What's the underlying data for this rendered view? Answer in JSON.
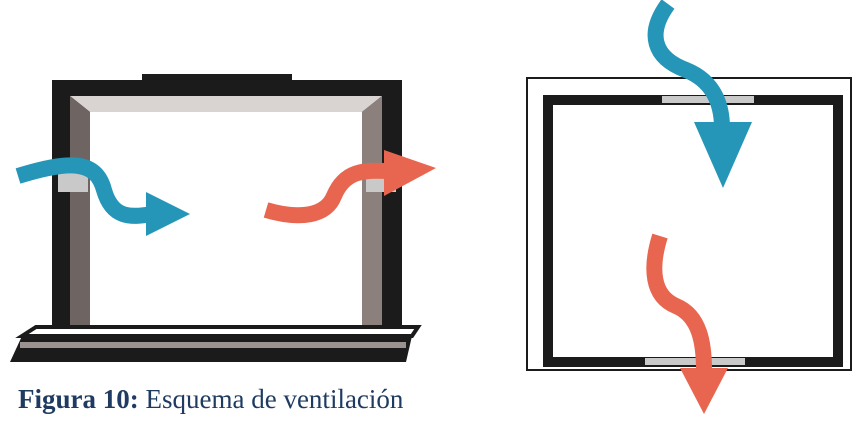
{
  "caption": {
    "label": "Figura 10:",
    "text": "Esquema de ventilación"
  },
  "colors": {
    "intake_arrow": "#2596b8",
    "exhaust_arrow": "#e8664f",
    "frame": "#1b1b1b",
    "frame_inner": "#7a706d",
    "vent_slot": "#c9c9c9"
  },
  "diagrams": [
    {
      "name": "cross-ventilation",
      "flows": [
        "intake-left",
        "exhaust-right"
      ]
    },
    {
      "name": "vertical-ventilation",
      "flows": [
        "intake-top",
        "exhaust-bottom"
      ]
    }
  ]
}
